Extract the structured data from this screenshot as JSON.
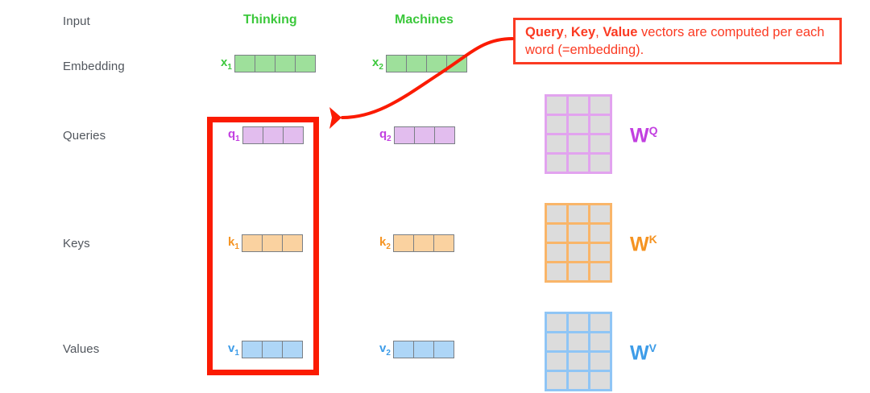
{
  "rows": [
    {
      "key": "input",
      "label": "Input"
    },
    {
      "key": "embedding",
      "label": "Embedding"
    },
    {
      "key": "queries",
      "label": "Queries"
    },
    {
      "key": "keys",
      "label": "Keys"
    },
    {
      "key": "values",
      "label": "Values"
    }
  ],
  "words": [
    {
      "text": "Thinking",
      "color": "#3cc83c"
    },
    {
      "text": "Machines",
      "color": "#3cc83c"
    }
  ],
  "vectors": {
    "embedding": [
      {
        "name": "x",
        "sub": "1",
        "cells": 4,
        "fill": "#9ee09b",
        "name_color": "#3cc83c"
      },
      {
        "name": "x",
        "sub": "2",
        "cells": 4,
        "fill": "#9ee09b",
        "name_color": "#3cc83c"
      }
    ],
    "queries": [
      {
        "name": "q",
        "sub": "1",
        "cells": 3,
        "fill": "#e2bdee",
        "name_color": "#c23fe0"
      },
      {
        "name": "q",
        "sub": "2",
        "cells": 3,
        "fill": "#e2bdee",
        "name_color": "#c23fe0"
      }
    ],
    "keys": [
      {
        "name": "k",
        "sub": "1",
        "cells": 3,
        "fill": "#fad2a0",
        "name_color": "#f59321"
      },
      {
        "name": "k",
        "sub": "2",
        "cells": 3,
        "fill": "#fad2a0",
        "name_color": "#f59321"
      }
    ],
    "values": [
      {
        "name": "v",
        "sub": "1",
        "cells": 3,
        "fill": "#aed6f7",
        "name_color": "#3d9ce8"
      },
      {
        "name": "v",
        "sub": "2",
        "cells": 3,
        "fill": "#aed6f7",
        "name_color": "#3d9ce8"
      }
    ]
  },
  "matrices": [
    {
      "key": "wq",
      "label_base": "W",
      "label_sup": "Q",
      "rows": 4,
      "cols": 3,
      "grid_color": "#e2a3ef",
      "cell_color": "#dcdcdc",
      "label_color": "#c23fe0"
    },
    {
      "key": "wk",
      "label_base": "W",
      "label_sup": "K",
      "rows": 4,
      "cols": 3,
      "grid_color": "#f9b569",
      "cell_color": "#dcdcdc",
      "label_color": "#f59321"
    },
    {
      "key": "wv",
      "label_base": "W",
      "label_sup": "V",
      "rows": 4,
      "cols": 3,
      "grid_color": "#8fc5f5",
      "cell_color": "#dcdcdc",
      "label_color": "#3d9ce8"
    }
  ],
  "callout": {
    "bold_1": "Query",
    "sep_1": ", ",
    "bold_2": "Key",
    "sep_2": ", ",
    "bold_3": "Value",
    "rest": " vectors are computed per each word (=embedding).",
    "border_color": "#fb3a22",
    "text_color": "#fb3a22"
  },
  "highlight": {
    "color": "#fb1b02",
    "description": "red box around first-word query, key and value vectors"
  },
  "arrow": {
    "color": "#fb1b02",
    "description": "curved arrow from callout to highlighted first-word column"
  }
}
